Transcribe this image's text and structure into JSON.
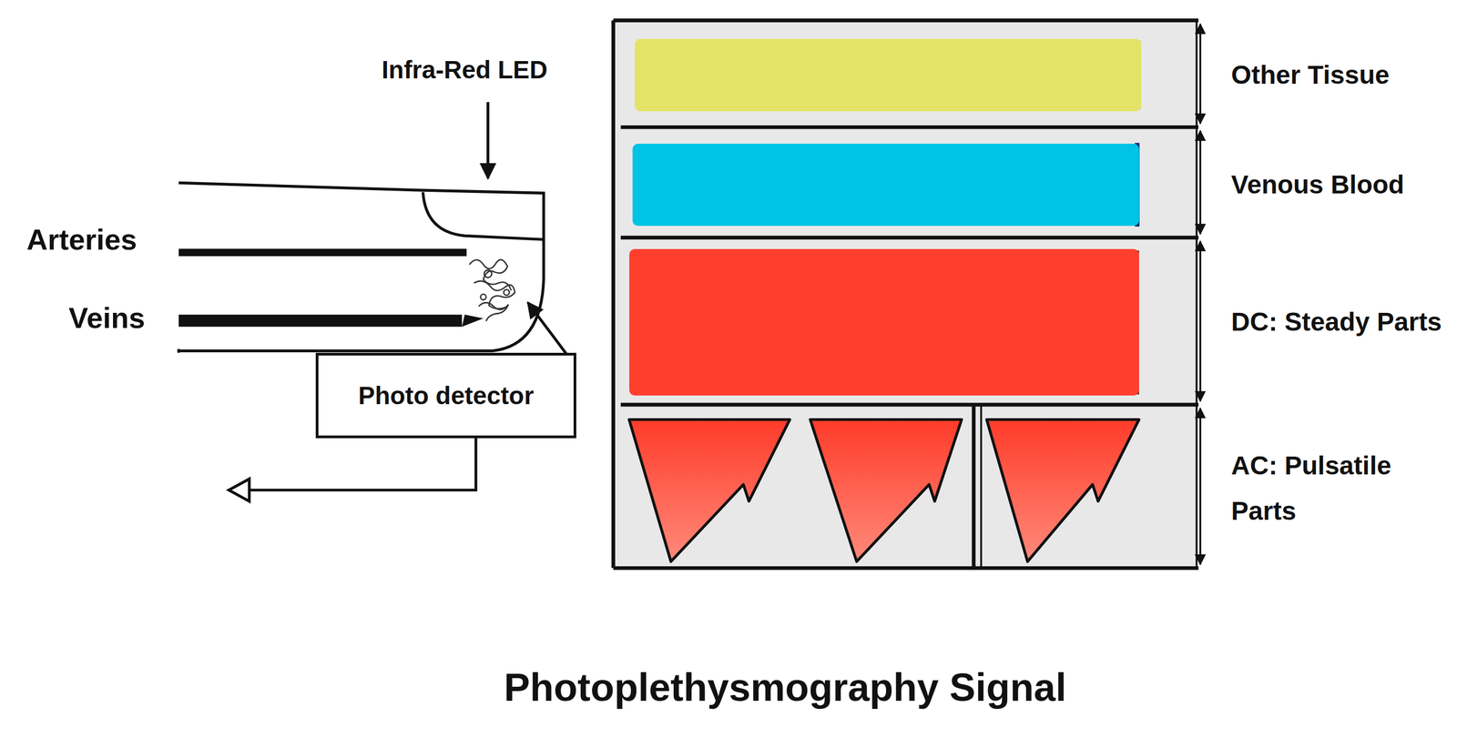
{
  "diagram": {
    "caption": "Photoplethysmography Signal",
    "nodes": [
      {
        "text": [
          "Photo detector"
        ]
      },
      {
        "text": [
          "Other Tissue"
        ]
      },
      {
        "text": [
          "Venous Blood"
        ]
      },
      {
        "text": [
          "DC: Steady Parts"
        ]
      },
      {
        "text": [
          "AC: Pulsatile Parts"
        ]
      }
    ],
    "labels": [
      "Infra-Red LED",
      "Arteries",
      "Veins"
    ]
  }
}
